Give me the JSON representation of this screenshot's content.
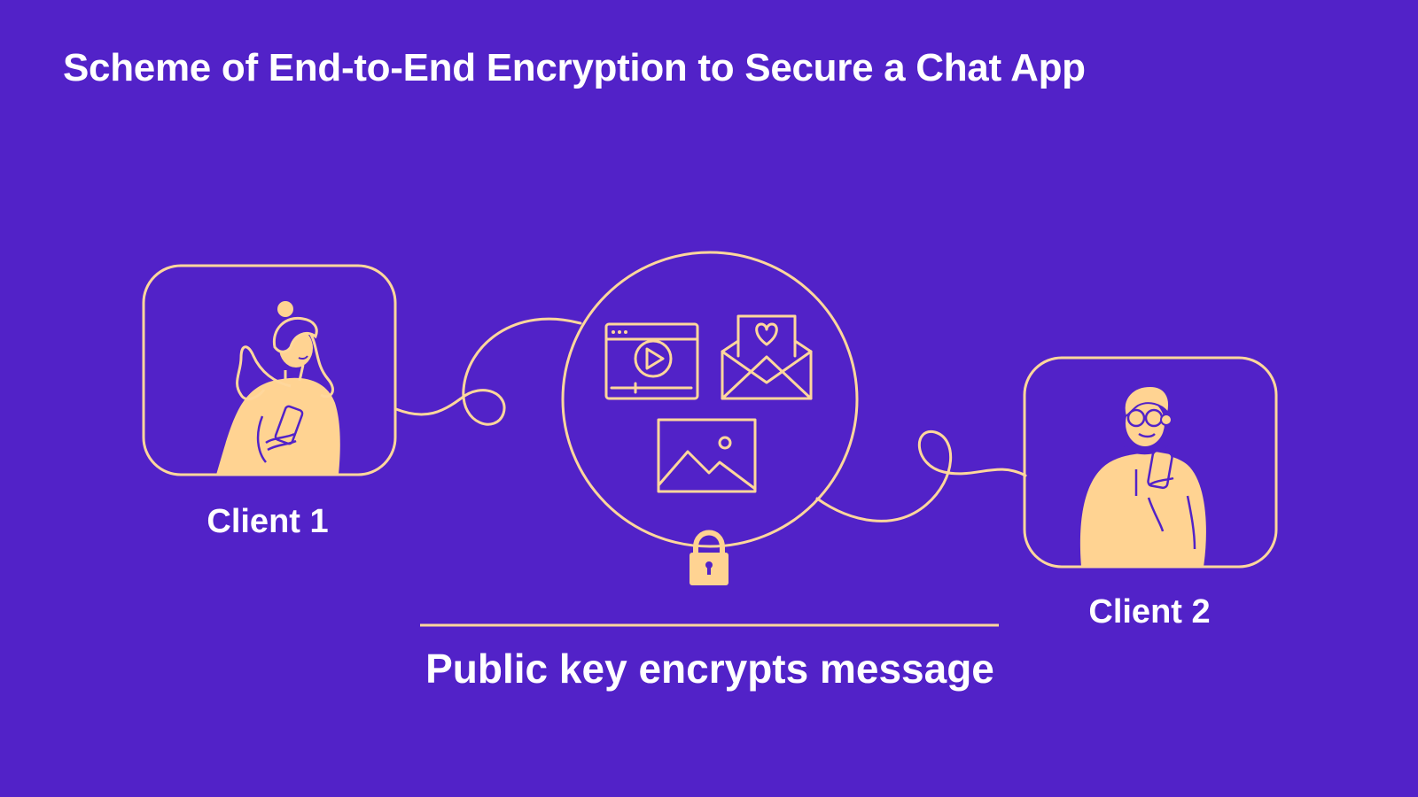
{
  "title": "Scheme of End-to-End Encryption to Secure a Chat App",
  "clients": [
    {
      "label": "Client 1",
      "illustration": "woman-holding-phone"
    },
    {
      "label": "Client 2",
      "illustration": "man-with-glasses-holding-phone"
    }
  ],
  "hub": {
    "icons": [
      "video-player-icon",
      "envelope-heart-icon",
      "image-icon"
    ],
    "lock": "padlock-icon"
  },
  "caption": "Public key encrypts message",
  "colors": {
    "background": "#5222c8",
    "line": "#ffd79c",
    "figure_fill": "#ffd392",
    "text": "#ffffff"
  }
}
